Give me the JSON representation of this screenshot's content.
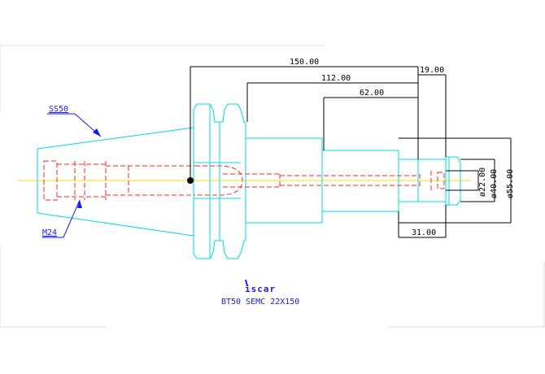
{
  "dimensions": {
    "overall_length": "150.00",
    "length_112": "112.00",
    "length_62": "62.00",
    "length_19": "19.00",
    "length_31": "31.00",
    "diameter_22": "ø22.00",
    "diameter_40": "ø40.00",
    "diameter_55": "ø55.00"
  },
  "callouts": {
    "taper": "SS50",
    "thread": "M24"
  },
  "title_block": {
    "logo_text": "iscar",
    "part_name": "BT50 SEMC 22X150"
  },
  "colors": {
    "outline": "#00d8e8",
    "hidden": "#ff2a2a",
    "dimension": "#000000",
    "callout": "#1a1ae6",
    "centerline": "#ffe000",
    "background": "#ffffff"
  }
}
